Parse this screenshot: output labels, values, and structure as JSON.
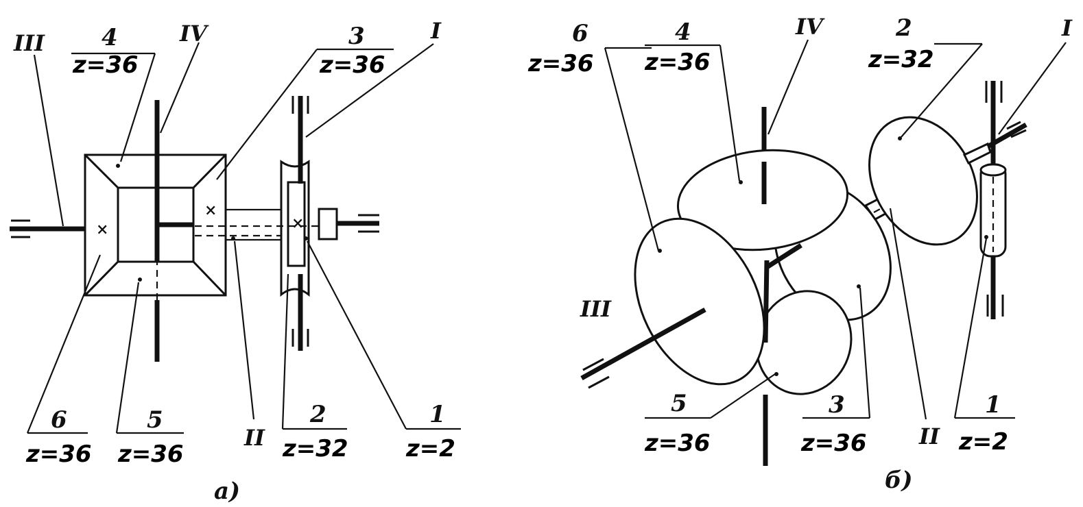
{
  "left": {
    "caption": "а)",
    "callouts": {
      "c4": {
        "num": "4",
        "z": "z=36"
      },
      "c3": {
        "num": "3",
        "z": "z=36"
      },
      "c6": {
        "num": "6",
        "z": "z=36"
      },
      "c5": {
        "num": "5",
        "z": "z=36"
      },
      "c2": {
        "num": "2",
        "z": "z=32"
      },
      "c1": {
        "num": "1",
        "z": "z=2"
      }
    },
    "shafts": {
      "s1": "I",
      "s2": "II",
      "s3": "III",
      "s4": "IV"
    }
  },
  "right": {
    "caption": "б)",
    "callouts": {
      "c6": {
        "num": "6",
        "z": "z=36"
      },
      "c4": {
        "num": "4",
        "z": "z=36"
      },
      "c2": {
        "num": "2",
        "z": "z=32"
      },
      "c5": {
        "num": "5",
        "z": "z=36"
      },
      "c3": {
        "num": "3",
        "z": "z=36"
      },
      "c1": {
        "num": "1",
        "z": "z=2"
      }
    },
    "shafts": {
      "s1": "I",
      "s2": "II",
      "s3": "III",
      "s4": "IV"
    }
  }
}
